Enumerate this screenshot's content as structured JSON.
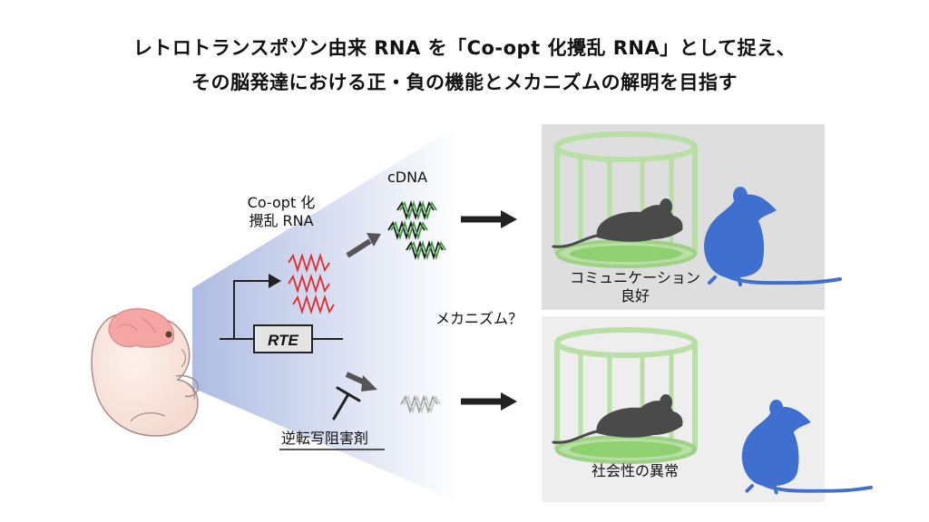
{
  "header": {
    "title_line1": "レトロトランスポゾン由来 RNA を「Co-opt 化攪乱 RNA」として捉え、",
    "title_line2": "その脳発達における正・負の機能とメカニズムの解明を目指す"
  },
  "diagram": {
    "rna_label_line1": "Co-opt 化",
    "rna_label_line2": "攪乱 RNA",
    "rte_label": "RTE",
    "cdna_label": "cDNA",
    "mechanism_label": "メカニズム？",
    "inhibitor_label": "逆転写阻害剤",
    "outcome_top_line1": "コミュニケーション",
    "outcome_top_line2": "良好",
    "outcome_bottom": "社会性の異常"
  },
  "colors": {
    "rna_wave": "#e8262a",
    "cdna_dark": "#1a1a1a",
    "cdna_green": "#3a9a3a",
    "cage_green": "#b8e0a4",
    "rat_blue": "#3f6fcf",
    "mouse_gray": "#4a4a4a",
    "fade_blue": "#a9b8e0",
    "embryo_pink": "#f7c6c4"
  },
  "icons": [
    "embryo-icon",
    "cage-icon",
    "mouse-icon",
    "rat-icon",
    "inhibitor-icon",
    "arrow-icon"
  ]
}
